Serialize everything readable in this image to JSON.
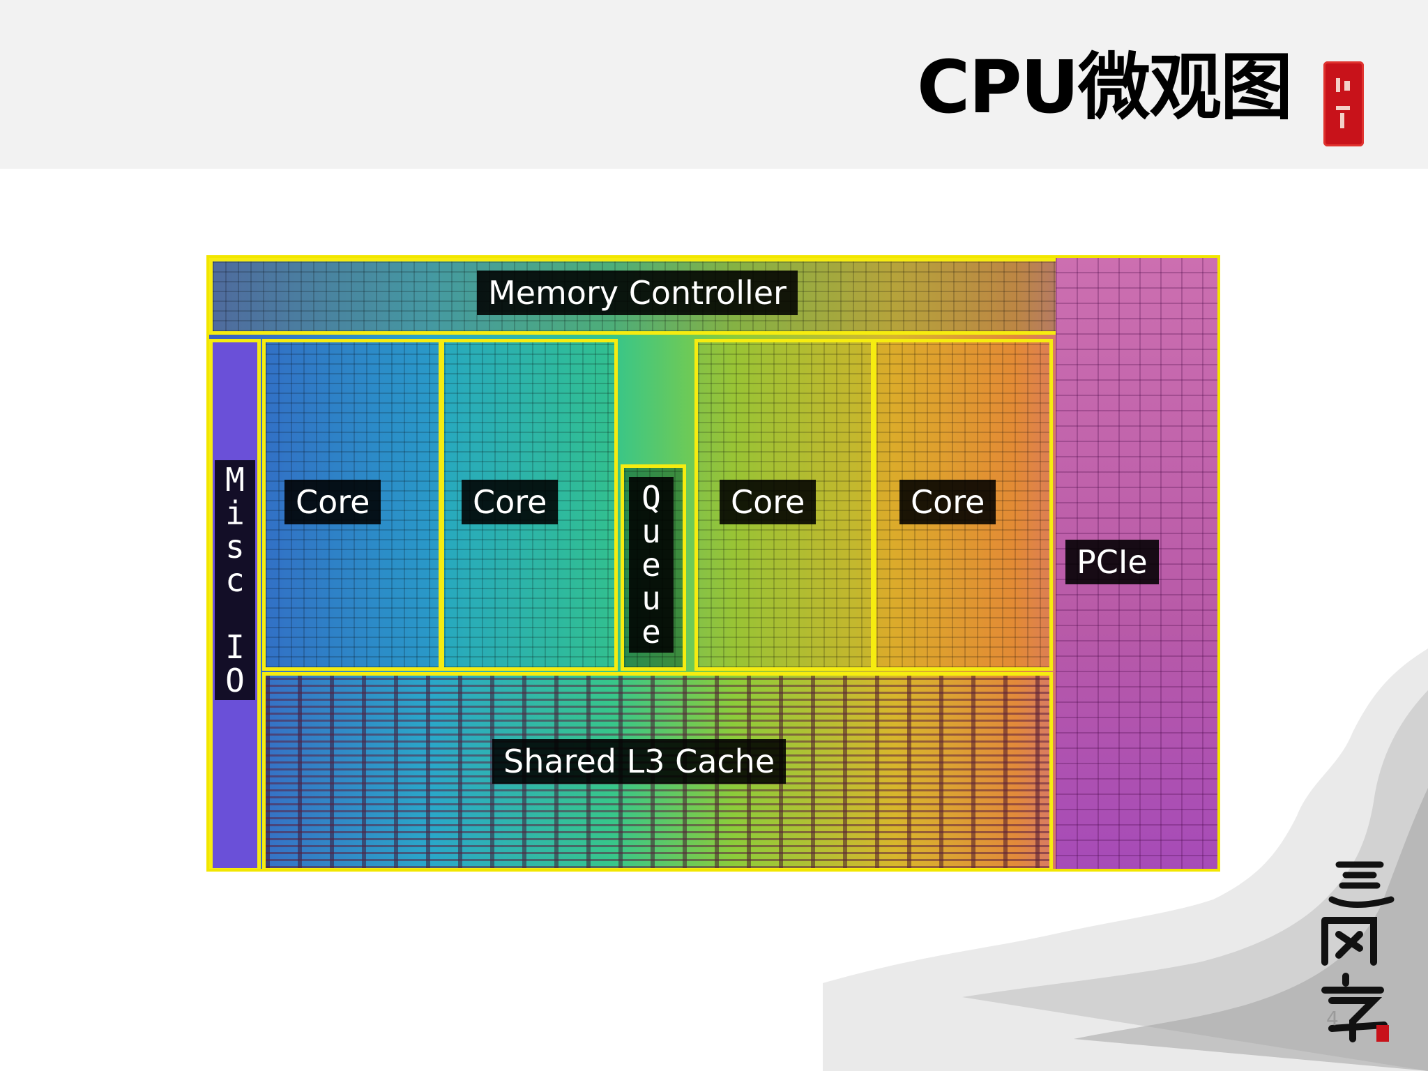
{
  "slide": {
    "title": "CPU微观图",
    "page_number": "4"
  },
  "die_labels": {
    "memory_controller": "Memory Controller",
    "cores": [
      "Core",
      "Core",
      "Core",
      "Core"
    ],
    "queue": [
      "Q",
      "u",
      "e",
      "u",
      "e"
    ],
    "misc_io": [
      "M",
      "i",
      "s",
      "c",
      " ",
      "I",
      "O"
    ],
    "pcie": "PCIe",
    "l3_cache": "Shared L3 Cache"
  },
  "colors": {
    "outline": "#f6ec10",
    "header_band": "#f2f2f2",
    "seal": "#c8121a",
    "label_bg": "#000000"
  },
  "decor": {
    "seal_icon": "red-seal-stamp",
    "watermark": "ink-landscape-painting",
    "calligraphy": "calligraphy-signature"
  }
}
